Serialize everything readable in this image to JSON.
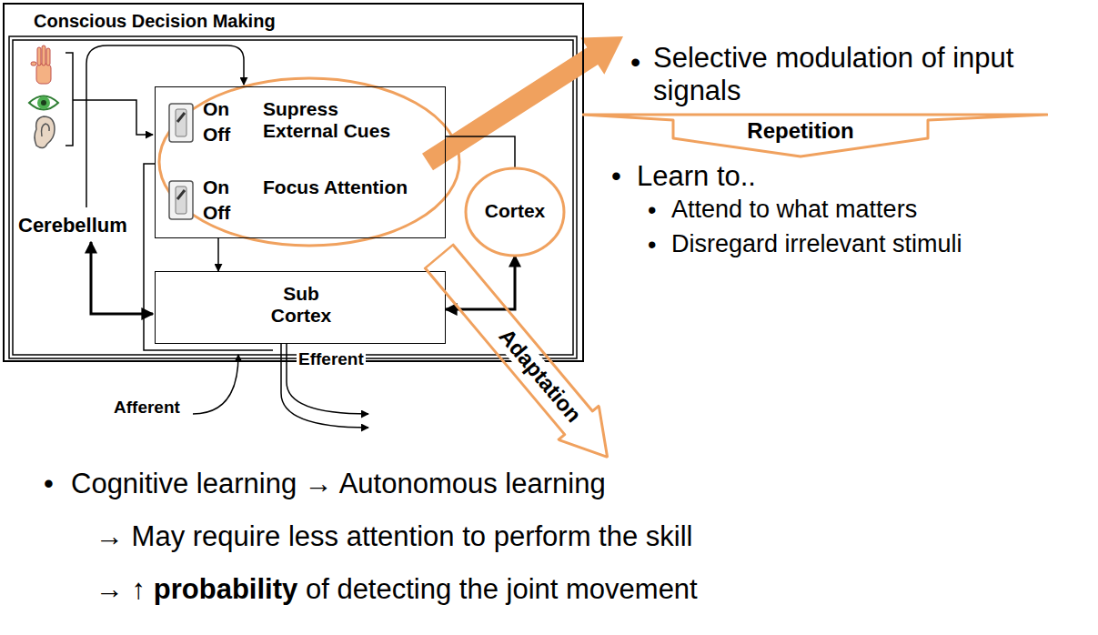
{
  "diagram": {
    "nodes": [
      {
        "text": [
          "Conscious Decision Making"
        ]
      },
      {
        "text": [
          "On",
          "Off",
          "Supress External Cues",
          "On",
          "Off",
          "Focus Attention"
        ],
        "in": 0
      },
      {
        "text": [
          "Sub Cortex"
        ],
        "in": 0
      },
      {
        "text": [
          "Cortex"
        ],
        "in": 0
      },
      {
        "text": [
          "Repetition"
        ]
      },
      {
        "text": [
          "Adaptation"
        ]
      }
    ],
    "edges": [
      {
        "from": 1,
        "to": 2,
        "arrow": "to"
      },
      {
        "from": 1,
        "to": 3,
        "arrow": "none"
      },
      {
        "from": 2,
        "to": 3,
        "arrow": "both"
      }
    ],
    "labels": [
      "Cerebellum",
      "Afferent",
      "Efferent",
      "•",
      "Selective modulation of input signals",
      "•",
      "Learn to..",
      "•",
      "Attend to what matters",
      "•",
      "Disregard irrelevant stimuli",
      "•",
      "Cognitive learning → Autonomous learning",
      "→ May require less attention to perform the skill",
      "→ ↑",
      "probability",
      "of detecting the joint movement"
    ]
  }
}
